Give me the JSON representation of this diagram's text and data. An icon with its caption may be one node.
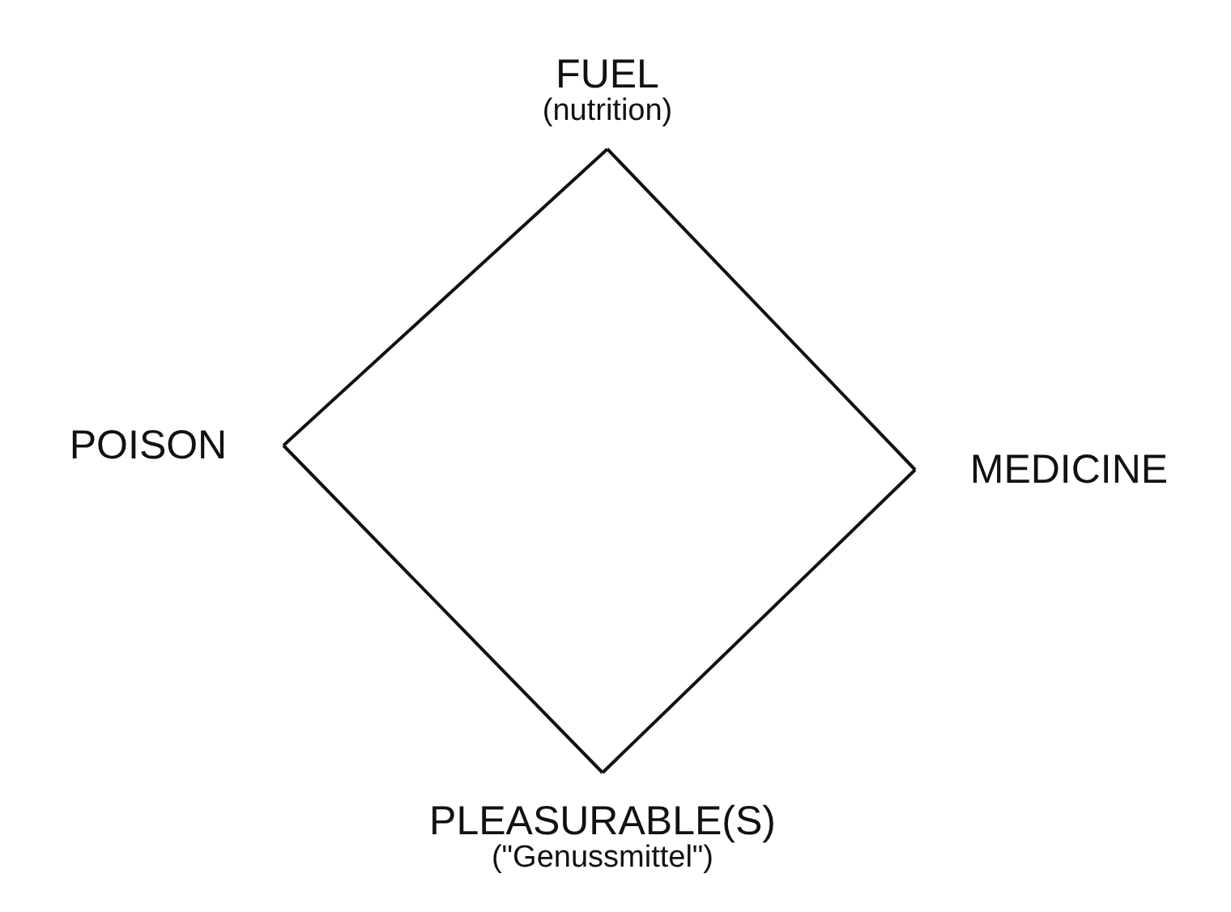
{
  "diagram": {
    "nodes": [
      {
        "text": [
          "FUEL",
          "(nutrition)"
        ]
      },
      {
        "text": [
          "POISON"
        ]
      },
      {
        "text": [
          "MEDICINE"
        ]
      },
      {
        "text": [
          "PLEASURABLE(S)",
          "(\"Genussmittel\")"
        ]
      }
    ],
    "edges": [
      {
        "from": 0,
        "to": 2,
        "arrow": "none"
      },
      {
        "from": 2,
        "to": 3,
        "arrow": "none"
      },
      {
        "from": 3,
        "to": 1,
        "arrow": "none"
      },
      {
        "from": 1,
        "to": 0,
        "arrow": "none"
      }
    ]
  }
}
